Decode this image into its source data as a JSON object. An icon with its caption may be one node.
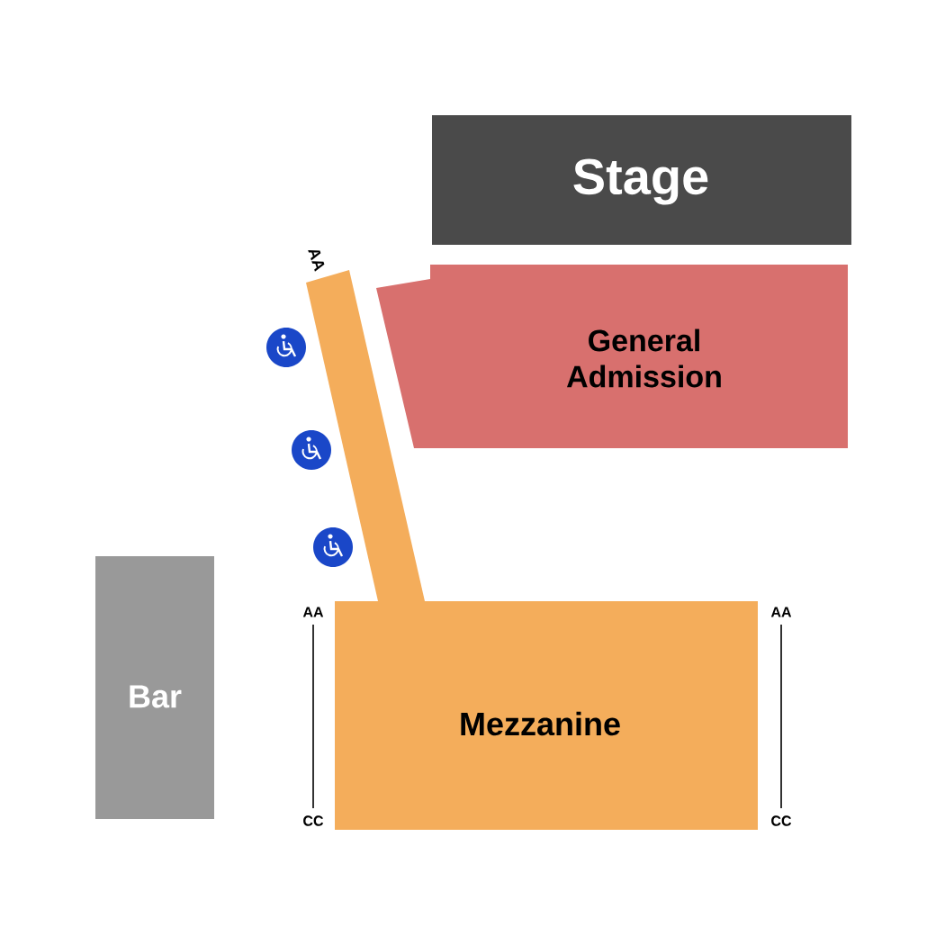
{
  "diagram": {
    "nodes": [
      {
        "text": [
          "Stage"
        ]
      },
      {
        "text": [
          "General Admission"
        ]
      },
      {
        "text": [
          "AA"
        ]
      },
      {
        "text": [
          "Bar"
        ]
      },
      {
        "text": [
          "Mezzanine"
        ]
      }
    ],
    "labels": [
      "AA",
      "AA",
      "CC",
      "CC"
    ]
  }
}
